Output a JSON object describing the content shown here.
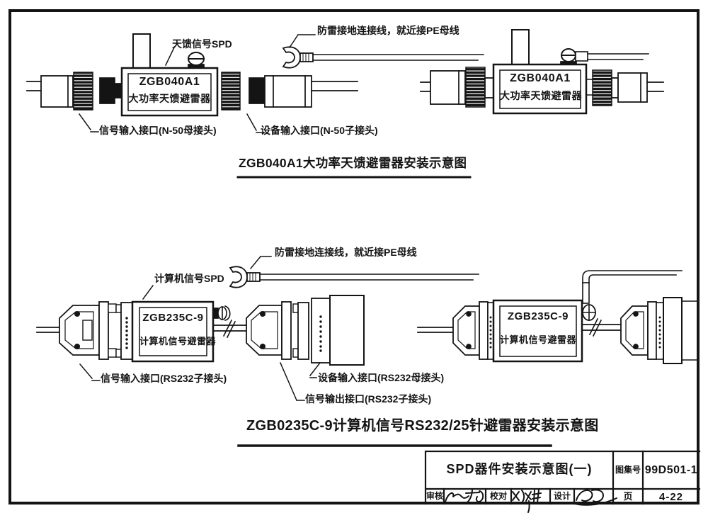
{
  "colors": {
    "ink": "#141414",
    "paper": "#ffffff"
  },
  "d1": {
    "model": "ZGB040A1",
    "name": "大功率天馈避雷器",
    "spd_label": "天馈信号SPD",
    "pe_label": "防雷接地连接线，就近接PE母线",
    "signal_in": "信号输入接口(N-50母接头)",
    "device_in": "设备输入接口(N-50子接头)",
    "caption": "ZGB040A1大功率天馈避雷器安装示意图"
  },
  "d2": {
    "model": "ZGB235C-9",
    "name": "计算机信号避雷器",
    "spd_label": "计算机信号SPD",
    "pe_label": "防雷接地连接线，就近接PE母线",
    "signal_in": "信号输入接口(RS232子接头)",
    "device_in": "设备输入接口(RS232母接头)",
    "signal_out": "信号输出接口(RS232子接头)",
    "caption": "ZGB0235C-9计算机信号RS232/25针避雷器安装示意图"
  },
  "titleblock": {
    "title": "SPD器件安装示意图(一)",
    "atlas_label": "图集号",
    "atlas_no": "99D501-1",
    "review": "审核",
    "proof": "校对",
    "design": "设计",
    "page_label": "页",
    "page_no": "4-22"
  }
}
